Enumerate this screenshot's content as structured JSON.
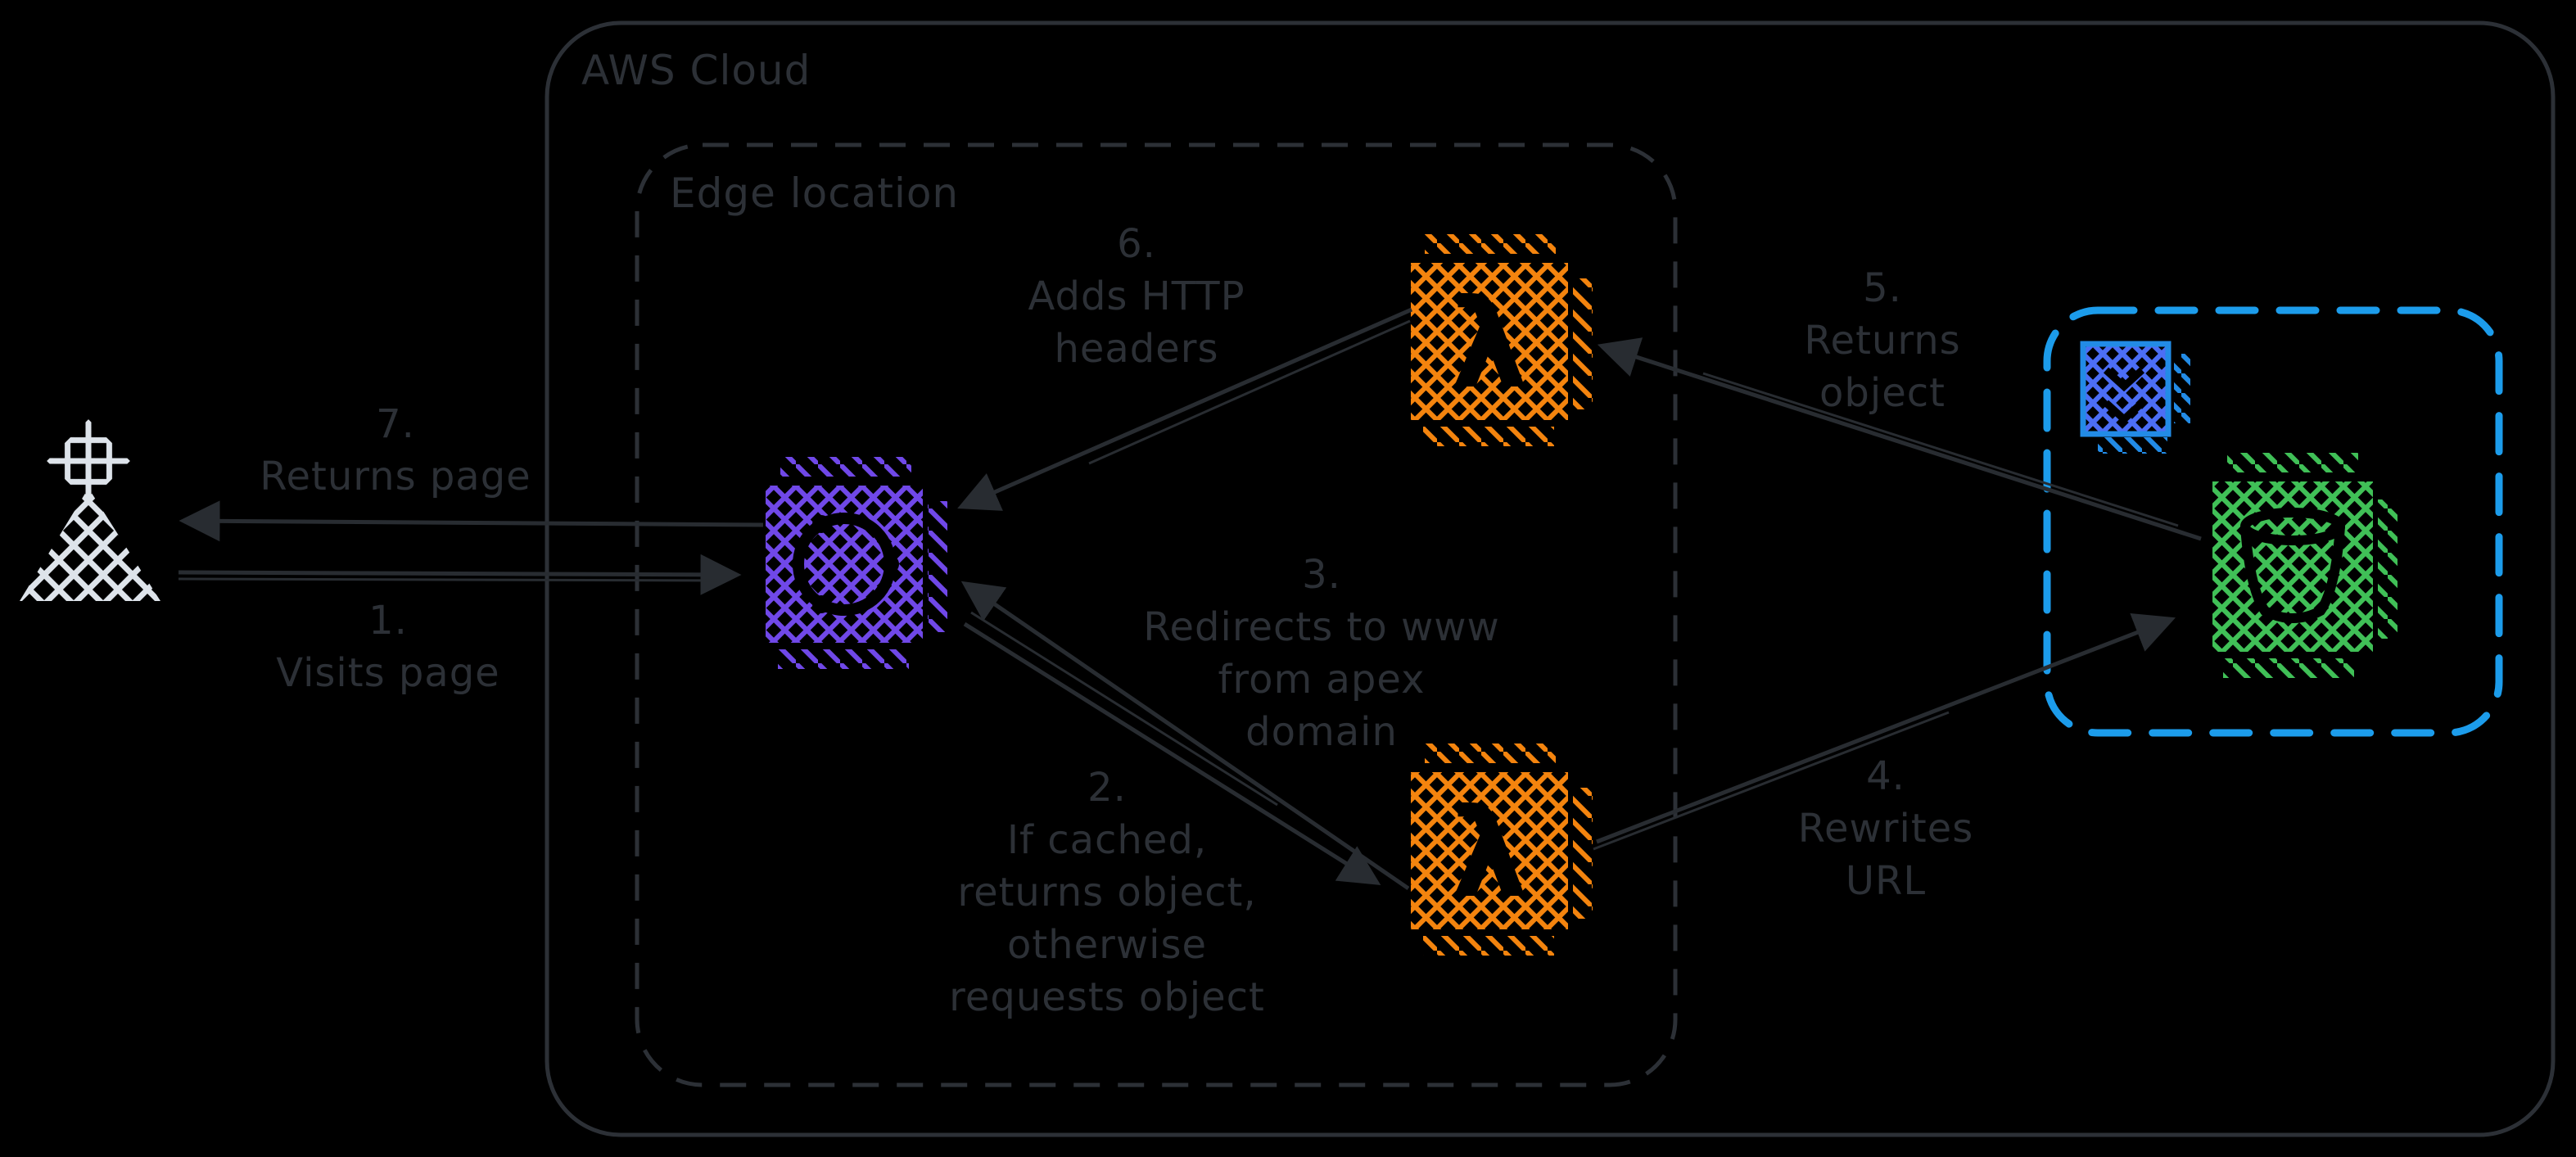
{
  "diagram": {
    "aws_cloud_label": "AWS Cloud",
    "edge_location_label": "Edge location"
  },
  "steps": {
    "s1": {
      "number": "1.",
      "lines": [
        "Visits page"
      ]
    },
    "s2": {
      "number": "2.",
      "lines": [
        "If cached,",
        "returns object,",
        "otherwise",
        "requests object"
      ]
    },
    "s3": {
      "number": "3.",
      "lines": [
        "Redirects to www",
        "from apex",
        "domain"
      ]
    },
    "s4": {
      "number": "4.",
      "lines": [
        "Rewrites",
        "URL"
      ]
    },
    "s5": {
      "number": "5.",
      "lines": [
        "Returns",
        "object"
      ]
    },
    "s6": {
      "number": "6.",
      "lines": [
        "Adds HTTP",
        "headers"
      ]
    },
    "s7": {
      "number": "7.",
      "lines": [
        "Returns page"
      ]
    }
  },
  "icons": {
    "user": {
      "name": "user-icon",
      "color": "#dde3ea"
    },
    "cloudfront": {
      "name": "cloudfront-icon",
      "color": "#7048e8"
    },
    "lambda_top": {
      "name": "lambda-edge-icon-top",
      "color": "#f4840e"
    },
    "lambda_bottom": {
      "name": "lambda-edge-icon-bottom",
      "color": "#f4840e"
    },
    "region": {
      "name": "region-icon",
      "color": "#4c6ef5",
      "border": "#228be6"
    },
    "s3_bucket": {
      "name": "s3-bucket-icon",
      "color": "#40c057"
    }
  },
  "colors": {
    "background": "#000000",
    "container_stroke": "#2c3036",
    "arrow": "#282c31",
    "region_border": "#1c9ceb"
  }
}
